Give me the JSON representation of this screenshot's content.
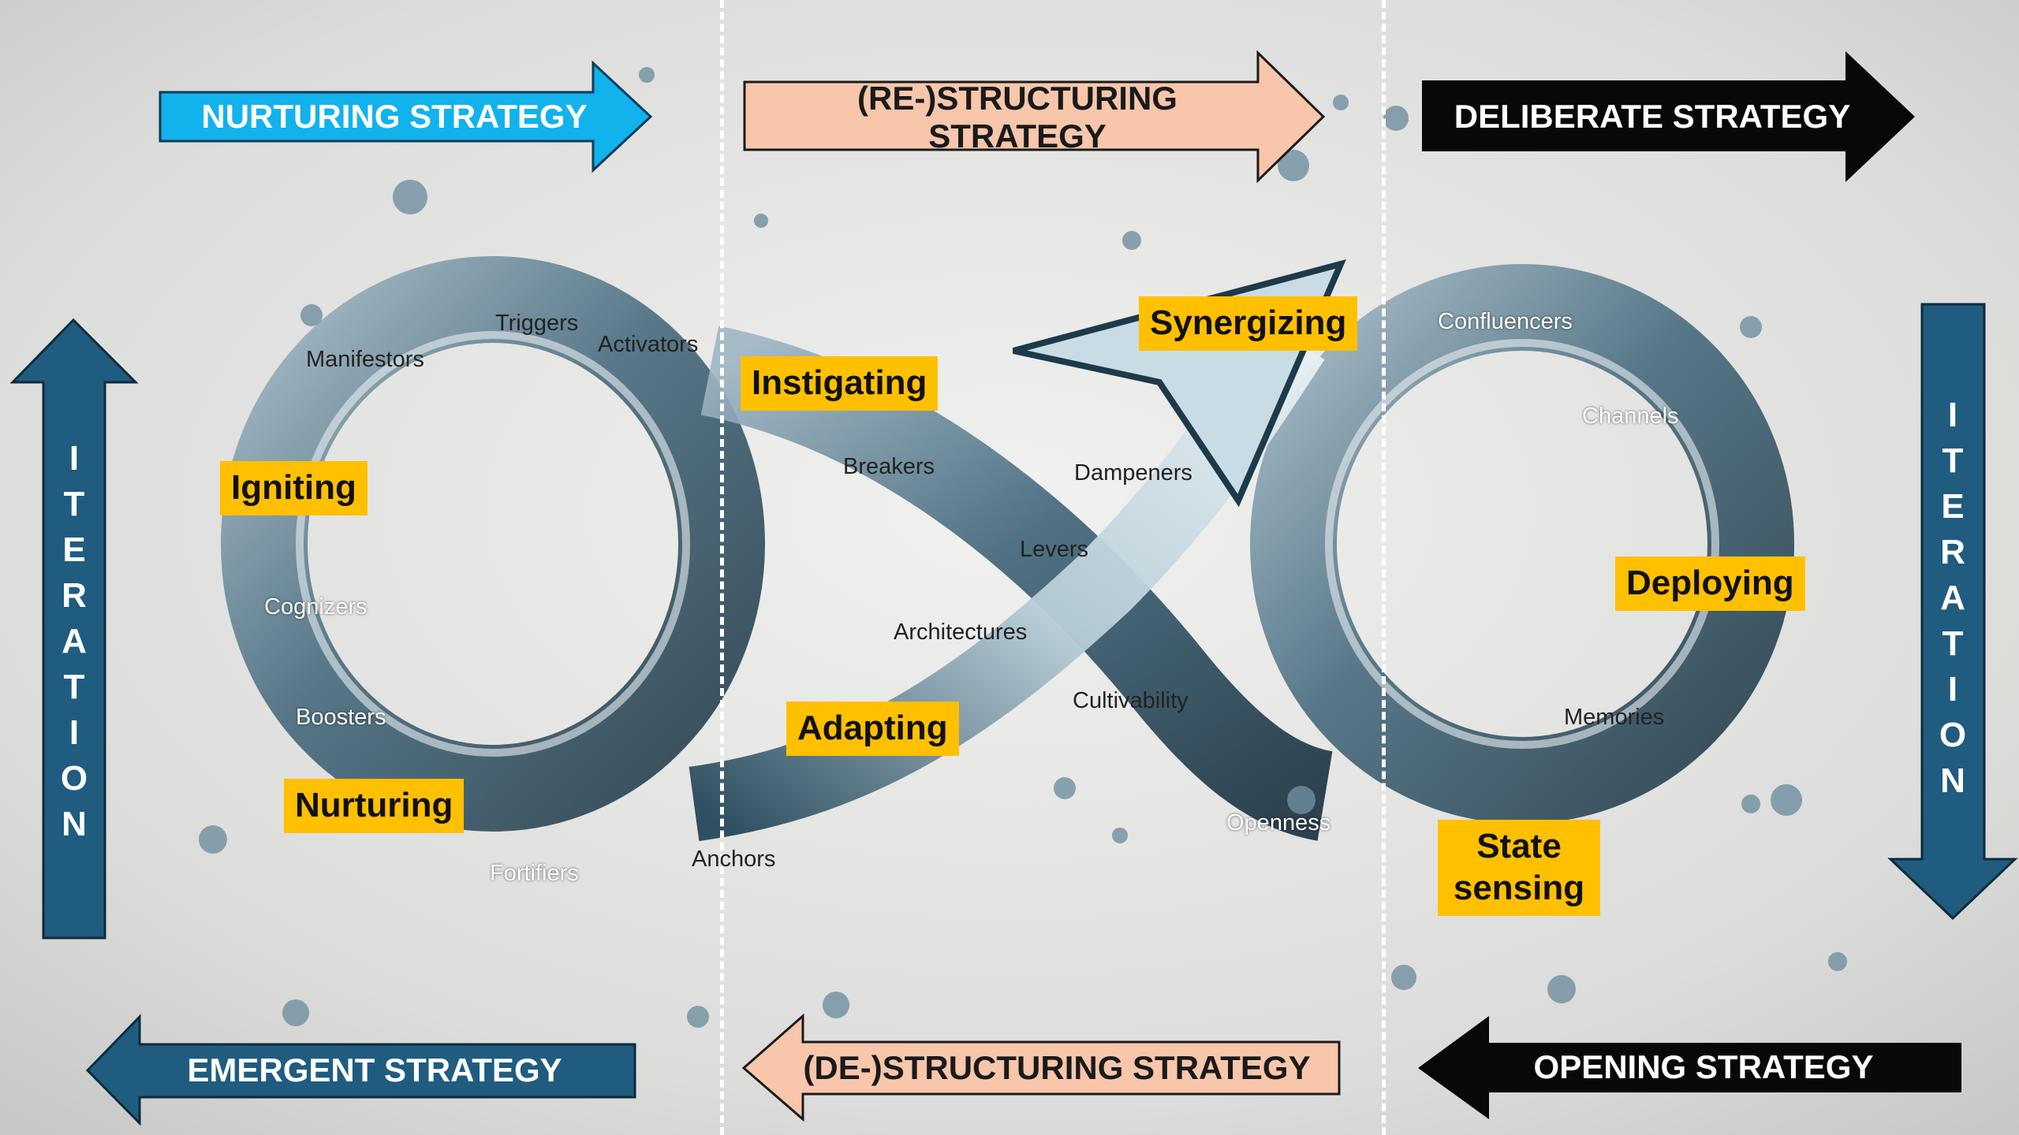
{
  "banners": {
    "nurturing": "NURTURING STRATEGY",
    "restructuring": "(RE-)STRUCTURING STRATEGY",
    "deliberate": "DELIBERATE STRATEGY",
    "emergent": "EMERGENT STRATEGY",
    "destructuring": "(DE-)STRUCTURING STRATEGY",
    "opening": "OPENING STRATEGY"
  },
  "iteration_left": [
    "I",
    "T",
    "E",
    "R",
    "A",
    "T",
    "I",
    "O",
    "N"
  ],
  "iteration_right": [
    "I",
    "T",
    "E",
    "R",
    "A",
    "T",
    "I",
    "O",
    "N"
  ],
  "stages": {
    "igniting": "Igniting",
    "nurturing": "Nurturing",
    "instigating": "Instigating",
    "adapting": "Adapting",
    "synergizing": "Synergizing",
    "deploying": "Deploying",
    "state_sensing": "State sensing"
  },
  "labels": {
    "manifestors": "Manifestors",
    "triggers": "Triggers",
    "activators": "Activators",
    "cognizers": "Cognizers",
    "boosters": "Boosters",
    "fortifiers": "Fortifiers",
    "anchors": "Anchors",
    "breakers": "Breakers",
    "dampeners": "Dampeners",
    "levers": "Levers",
    "architectures": "Architectures",
    "cultivability": "Cultivability",
    "openness": "Openness",
    "confluencers": "Confluencers",
    "channels": "Channels",
    "memories": "Memories"
  },
  "colors": {
    "nurturing_banner": "#12b2ec",
    "structuring_banner": "#f7c6ab",
    "black_banner": "#080808",
    "navy_arrow": "#1f5c80",
    "stage_tag": "#ffc000",
    "water": "#5d8298"
  }
}
